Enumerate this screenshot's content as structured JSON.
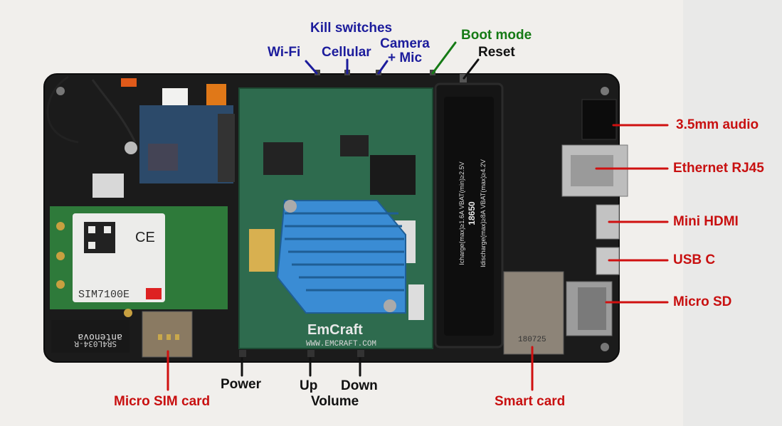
{
  "colors": {
    "kill_switch_text": "#1c1c9c",
    "boot_mode_text": "#157a15",
    "connector_text": "#c81010",
    "button_text": "#111111",
    "pointer_line_red": "#d01010",
    "pointer_line_black": "#111111",
    "pointer_line_green": "#157a15",
    "board": "#1b1b1b",
    "heatsink": "#3a8cd4",
    "daughterboard": "#2e6b4e"
  },
  "labels": {
    "kill_switches": "Kill switches",
    "wifi": "Wi-Fi",
    "cellular": "Cellular",
    "camera_mic_line1": "Camera",
    "camera_mic_line2": "+ Mic",
    "boot_mode": "Boot mode",
    "reset": "Reset",
    "audio": "3.5mm audio",
    "ethernet": "Ethernet RJ45",
    "mini_hdmi": "Mini HDMI",
    "usb_c": "USB C",
    "micro_sd": "Micro SD",
    "power": "Power",
    "up": "Up",
    "down": "Down",
    "volume": "Volume",
    "micro_sim": "Micro SIM card",
    "smart_card": "Smart card"
  },
  "silkscreen": {
    "modem_model": "SIM7100E",
    "antenna_brand": "antenova",
    "antenna_part": "SR4L034-R",
    "emcraft_logo": "EmCraft",
    "emcraft_url": "WWW.EMCRAFT.COM",
    "battery_size": "18650",
    "battery_spec_1": "Icharge(max)≥1.6A   VBAT(min)≥2.5V",
    "battery_spec_2": "Idischarge(max)≥8A   VBAT(max)≥4.2V",
    "smartcard_code": "180725",
    "ce_mark": "CE"
  }
}
